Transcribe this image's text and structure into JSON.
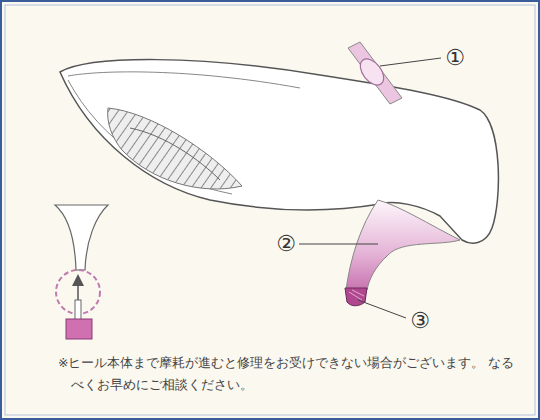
{
  "diagram": {
    "labels": [
      "①",
      "②",
      "③",
      "※ヒール本体まで摩耗が進むと修理をお受けできない場合がございます。 なるべくお早めにご相談ください。"
    ]
  }
}
